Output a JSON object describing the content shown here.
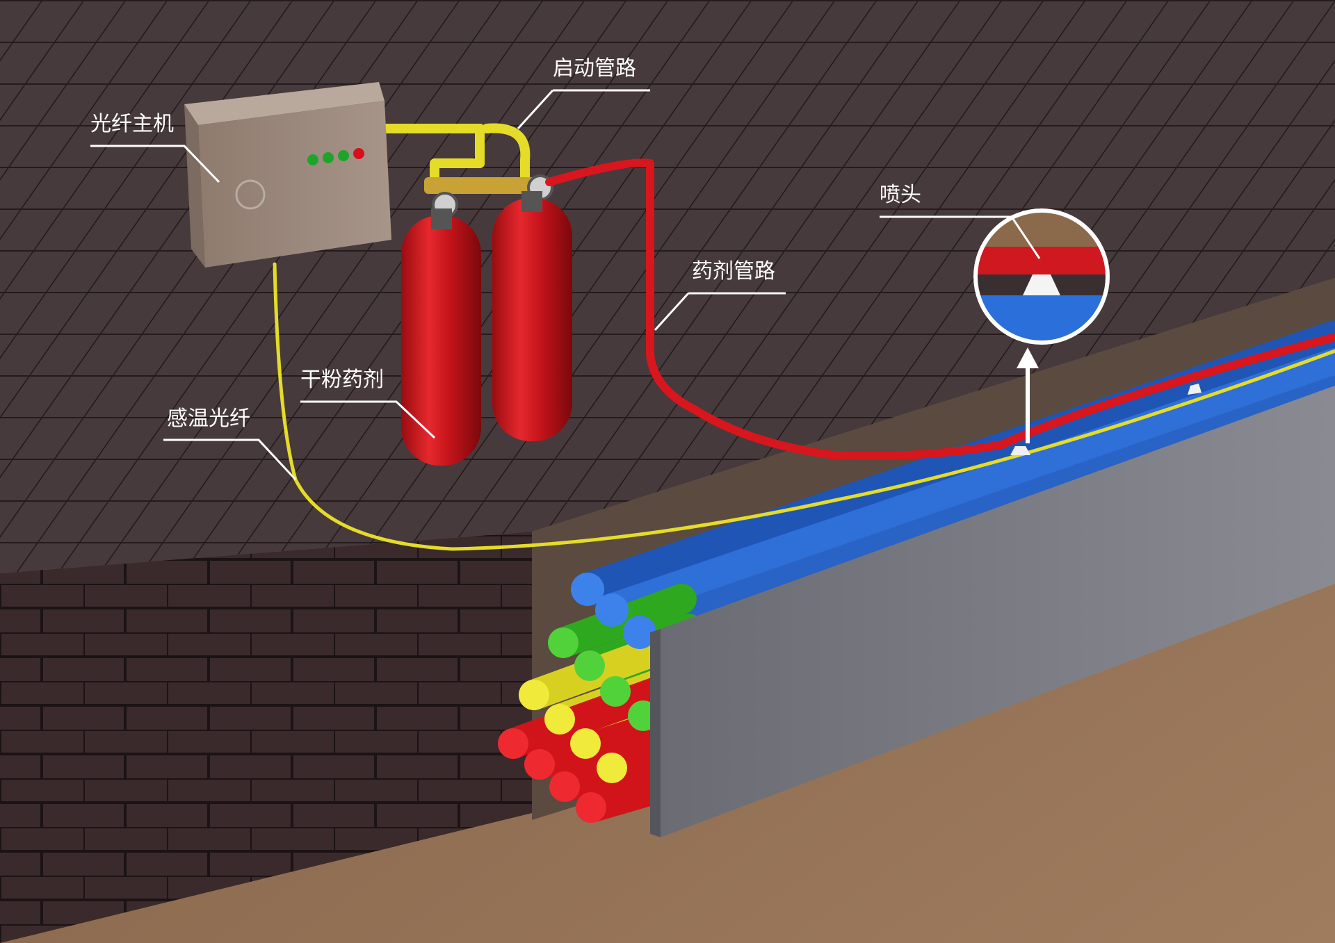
{
  "labels": {
    "host": "光纤主机",
    "start_pipe": "启动管路",
    "nozzle": "喷头",
    "agent_pipe": "药剂管路",
    "dry_powder": "干粉药剂",
    "fiber": "感温光纤"
  },
  "colors": {
    "ground": "#473a3c",
    "ground_line": "#241b1d",
    "soil": "#8a6a50",
    "trough": "#75767d",
    "pipe_red": "#d8161e",
    "pipe_yellow": "#e4dc28",
    "cable_blue": "#2f6fd8",
    "cable_green": "#3fbf2a",
    "cable_yellow": "#e8e028",
    "cable_red": "#e21a22",
    "box": "#9a8577"
  },
  "indicators": [
    "green",
    "green",
    "green",
    "red"
  ]
}
